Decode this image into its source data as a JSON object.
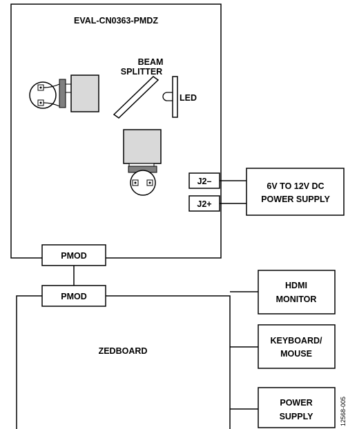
{
  "board": {
    "title": "EVAL-CN0363-PMDZ"
  },
  "optics": {
    "beam_splitter_line1": "BEAM",
    "beam_splitter_line2": "SPLITTER",
    "led": "LED"
  },
  "connectors": {
    "j2_minus": "J2–",
    "j2_plus": "J2+",
    "pmod_top": "PMOD",
    "pmod_bottom": "PMOD"
  },
  "power_supply_dc": {
    "line1": "6V TO 12V DC",
    "line2": "POWER SUPPLY"
  },
  "zedboard": {
    "label": "ZEDBOARD"
  },
  "peripherals": {
    "hdmi_line1": "HDMI",
    "hdmi_line2": "MONITOR",
    "keyboard_line1": "KEYBOARD/",
    "keyboard_line2": "MOUSE",
    "power_line1": "POWER",
    "power_line2": "SUPPLY"
  },
  "figure_code": "12568-005",
  "colors": {
    "component_fill": "#d9d9d9",
    "stroke": "#000000",
    "connector_dark": "#808080"
  }
}
